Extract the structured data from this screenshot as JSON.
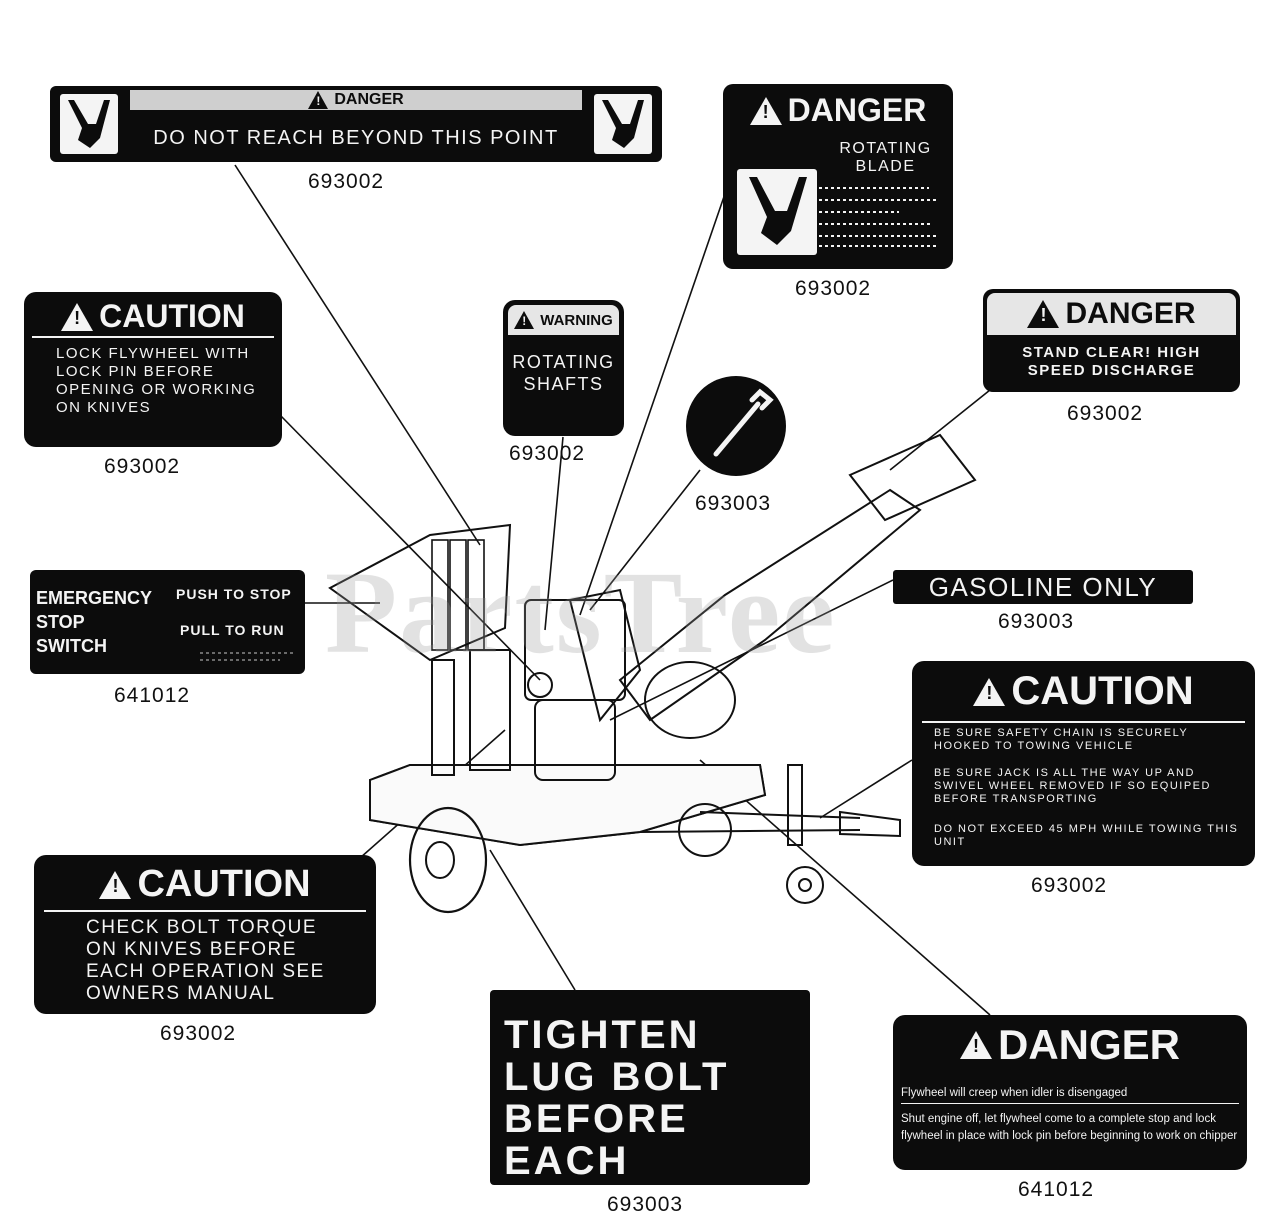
{
  "watermark": "PartsTree",
  "labels": {
    "reach": {
      "header": "DANGER",
      "text": "DO NOT REACH BEYOND THIS POINT",
      "part": "693002"
    },
    "blade": {
      "header": "DANGER",
      "title": "ROTATING BLADE",
      "part": "693002"
    },
    "discharge": {
      "header": "DANGER",
      "text": "STAND CLEAR! HIGH SPEED DISCHARGE",
      "part": "693002"
    },
    "flywheel_lock": {
      "header": "CAUTION",
      "text": "LOCK FLYWHEEL WITH LOCK PIN BEFORE OPENING OR WORKING ON KNIVES",
      "part": "693002"
    },
    "shafts": {
      "header": "WARNING",
      "text": "ROTATING SHAFTS",
      "part": "693002"
    },
    "pin_icon": {
      "part": "693003"
    },
    "estop": {
      "line1": "EMERGENCY",
      "line2": "STOP",
      "line3": "SWITCH",
      "push": "PUSH TO STOP",
      "pull": "PULL TO RUN",
      "part": "641012"
    },
    "gasoline": {
      "text": "GASOLINE ONLY",
      "part": "693003"
    },
    "towing": {
      "header": "CAUTION",
      "p1": "BE SURE SAFETY CHAIN IS SECURELY HOOKED TO TOWING VEHICLE",
      "p2": "BE SURE JACK IS ALL THE WAY UP AND SWIVEL WHEEL REMOVED IF SO EQUIPED BEFORE TRANSPORTING",
      "p3": "DO NOT EXCEED 45 MPH WHILE TOWING THIS UNIT",
      "part": "693002"
    },
    "bolt_torque": {
      "header": "CAUTION",
      "text": "CHECK BOLT TORQUE ON KNIVES BEFORE EACH OPERATION SEE OWNERS MANUAL",
      "part": "693002"
    },
    "lug_bolt": {
      "text": "TIGHTEN LUG BOLT BEFORE EACH TOWING",
      "part": "693003"
    },
    "flywheel_creep": {
      "header": "DANGER",
      "p1": "Flywheel will creep when idler is disengaged",
      "p2": "Shut engine off, let flywheel come to a complete stop and lock flywheel in place with lock pin before beginning to work on chipper",
      "part": "641012"
    }
  },
  "colors": {
    "decal": "#0c0c0c",
    "ink": "#111111",
    "watermark": "#969696"
  }
}
